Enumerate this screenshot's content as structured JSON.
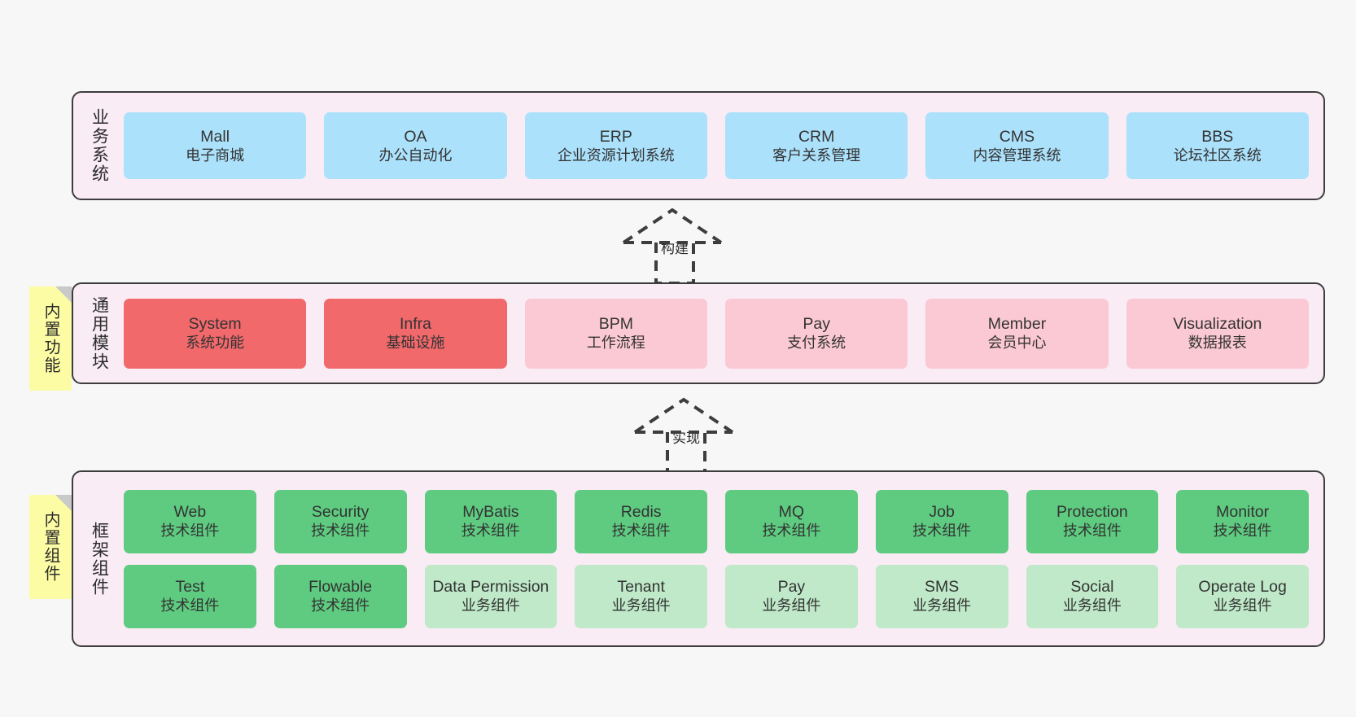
{
  "diagram": {
    "background_color": "#f7f7f7",
    "container_bg": "#f9ecf5",
    "container_border": "#3d3d3d"
  },
  "layers": [
    {
      "key": "business",
      "title": "业务系统",
      "rows": [
        {
          "cards": [
            {
              "en": "Mall",
              "cn": "电子商城",
              "color": "#ace1fb"
            },
            {
              "en": "OA",
              "cn": "办公自动化",
              "color": "#ace1fb"
            },
            {
              "en": "ERP",
              "cn": "企业资源计划系统",
              "color": "#ace1fb"
            },
            {
              "en": "CRM",
              "cn": "客户关系管理",
              "color": "#ace1fb"
            },
            {
              "en": "CMS",
              "cn": "内容管理系统",
              "color": "#ace1fb"
            },
            {
              "en": "BBS",
              "cn": "论坛社区系统",
              "color": "#ace1fb"
            }
          ]
        }
      ]
    },
    {
      "key": "common",
      "title": "通用模块",
      "sticky": "内置功能",
      "rows": [
        {
          "cards": [
            {
              "en": "System",
              "cn": "系统功能",
              "color": "#f2696c"
            },
            {
              "en": "Infra",
              "cn": "基础设施",
              "color": "#f2696c"
            },
            {
              "en": "BPM",
              "cn": "工作流程",
              "color": "#fbc9d3"
            },
            {
              "en": "Pay",
              "cn": "支付系统",
              "color": "#fbc9d3"
            },
            {
              "en": "Member",
              "cn": "会员中心",
              "color": "#fbc9d3"
            },
            {
              "en": "Visualization",
              "cn": "数据报表",
              "color": "#fbc9d3"
            }
          ]
        }
      ]
    },
    {
      "key": "framework",
      "title": "框架组件",
      "sticky": "内置组件",
      "rows": [
        {
          "cards": [
            {
              "en": "Web",
              "cn": "技术组件",
              "color": "#5ecb80"
            },
            {
              "en": "Security",
              "cn": "技术组件",
              "color": "#5ecb80"
            },
            {
              "en": "MyBatis",
              "cn": "技术组件",
              "color": "#5ecb80"
            },
            {
              "en": "Redis",
              "cn": "技术组件",
              "color": "#5ecb80"
            },
            {
              "en": "MQ",
              "cn": "技术组件",
              "color": "#5ecb80"
            },
            {
              "en": "Job",
              "cn": "技术组件",
              "color": "#5ecb80"
            },
            {
              "en": "Protection",
              "cn": "技术组件",
              "color": "#5ecb80"
            },
            {
              "en": "Monitor",
              "cn": "技术组件",
              "color": "#5ecb80"
            }
          ]
        },
        {
          "cards": [
            {
              "en": "Test",
              "cn": "技术组件",
              "color": "#5ecb80"
            },
            {
              "en": "Flowable",
              "cn": "技术组件",
              "color": "#5ecb80"
            },
            {
              "en": "Data Permission",
              "cn": "业务组件",
              "color": "#bfe9c8"
            },
            {
              "en": "Tenant",
              "cn": "业务组件",
              "color": "#bfe9c8"
            },
            {
              "en": "Pay",
              "cn": "业务组件",
              "color": "#bfe9c8"
            },
            {
              "en": "SMS",
              "cn": "业务组件",
              "color": "#bfe9c8"
            },
            {
              "en": "Social",
              "cn": "业务组件",
              "color": "#bfe9c8"
            },
            {
              "en": "Operate Log",
              "cn": "业务组件",
              "color": "#bfe9c8"
            }
          ]
        }
      ]
    }
  ],
  "connectors": [
    {
      "key": "build",
      "label": "构建"
    },
    {
      "key": "implement",
      "label": "实现"
    }
  ]
}
